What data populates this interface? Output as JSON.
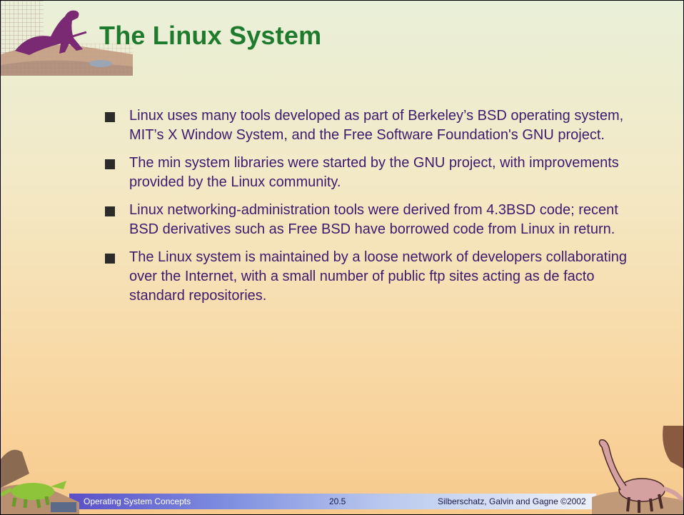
{
  "title": "The Linux System",
  "bullets": [
    "Linux uses many tools developed as part of Berkeley’s BSD operating system, MIT’s X  Window System, and the Free Software Foundation's GNU project.",
    "The min system libraries were started by the GNU project, with improvements provided by the Linux community.",
    "Linux networking-administration tools were derived from 4.3BSD code; recent BSD derivatives such as Free BSD have borrowed code from Linux in return.",
    "The Linux system is maintained by a loose network of developers collaborating over the Internet, with a small number of public ftp sites acting as de facto standard repositories."
  ],
  "footer": {
    "left": "Operating System Concepts",
    "page": "20.5",
    "right": "Silberschatz, Galvin and Gagne ©2002"
  },
  "colors": {
    "title": "#1e7a2c",
    "text": "#3d1a6e",
    "bullet": "#2b2b2b",
    "footer_bar": "#5a4fc8"
  },
  "icons": [
    "dinosaur-grid-icon",
    "triceratops-icon",
    "brontosaurus-icon"
  ]
}
